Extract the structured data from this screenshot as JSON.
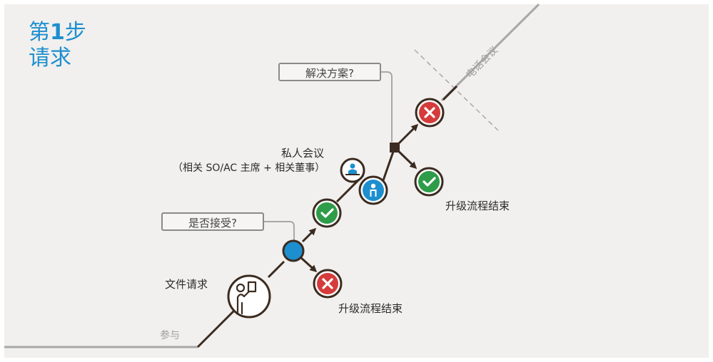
{
  "header": {
    "step_prefix": "第",
    "step_number": "1",
    "step_suffix": "步",
    "subtitle": "请求"
  },
  "labels": {
    "file_request": "文件请求",
    "private_meeting": "私人会议",
    "private_meeting_detail": "（相关 SO/AC 主席 + 相关董事）",
    "end_escalation_lower": "升级流程结束",
    "end_escalation_upper": "升级流程结束",
    "participation": "参与",
    "conference_call": "电话会议"
  },
  "callouts": {
    "accept": "是否接受?",
    "resolution": "解决方案?"
  },
  "icons": {
    "person_presenting": "person-presenting-icon",
    "person_meeting": "person-at-desk-icon",
    "person_standing": "person-standing-icon",
    "check": "check-icon",
    "cross": "cross-icon"
  },
  "colors": {
    "accent_blue": "#1d8fcf",
    "success_green": "#2e9c48",
    "error_red": "#d63b3b",
    "line_dark": "#3b2b20",
    "guide_grey": "#a8a8a8"
  }
}
